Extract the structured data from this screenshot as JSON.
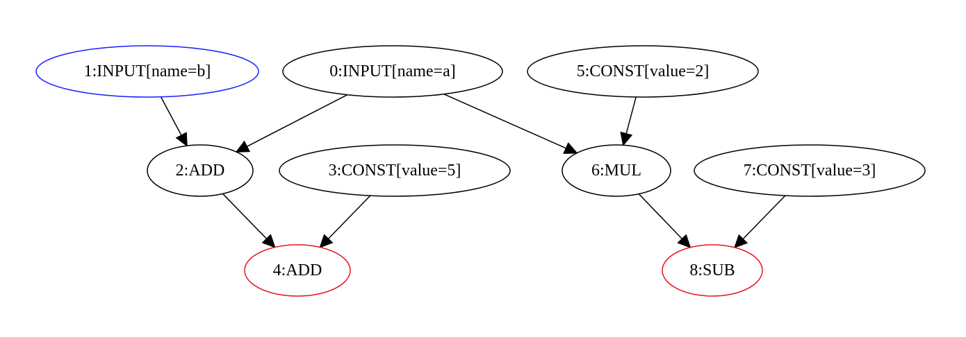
{
  "colors": {
    "default_stroke": "#000000",
    "input_b_stroke": "#1a1aff",
    "output_stroke": "#e8121a",
    "background": "#ffffff"
  },
  "nodes": [
    {
      "id": "0",
      "label": "0:INPUT[name=a]",
      "border": "default"
    },
    {
      "id": "1",
      "label": "1:INPUT[name=b]",
      "border": "input_b"
    },
    {
      "id": "2",
      "label": "2:ADD",
      "border": "default"
    },
    {
      "id": "3",
      "label": "3:CONST[value=5]",
      "border": "default"
    },
    {
      "id": "4",
      "label": "4:ADD",
      "border": "output"
    },
    {
      "id": "5",
      "label": "5:CONST[value=2]",
      "border": "default"
    },
    {
      "id": "6",
      "label": "6:MUL",
      "border": "default"
    },
    {
      "id": "7",
      "label": "7:CONST[value=3]",
      "border": "default"
    },
    {
      "id": "8",
      "label": "8:SUB",
      "border": "output"
    }
  ],
  "edges": [
    {
      "from": "1",
      "to": "2"
    },
    {
      "from": "0",
      "to": "2"
    },
    {
      "from": "0",
      "to": "6"
    },
    {
      "from": "5",
      "to": "6"
    },
    {
      "from": "2",
      "to": "4"
    },
    {
      "from": "3",
      "to": "4"
    },
    {
      "from": "6",
      "to": "8"
    },
    {
      "from": "7",
      "to": "8"
    }
  ]
}
